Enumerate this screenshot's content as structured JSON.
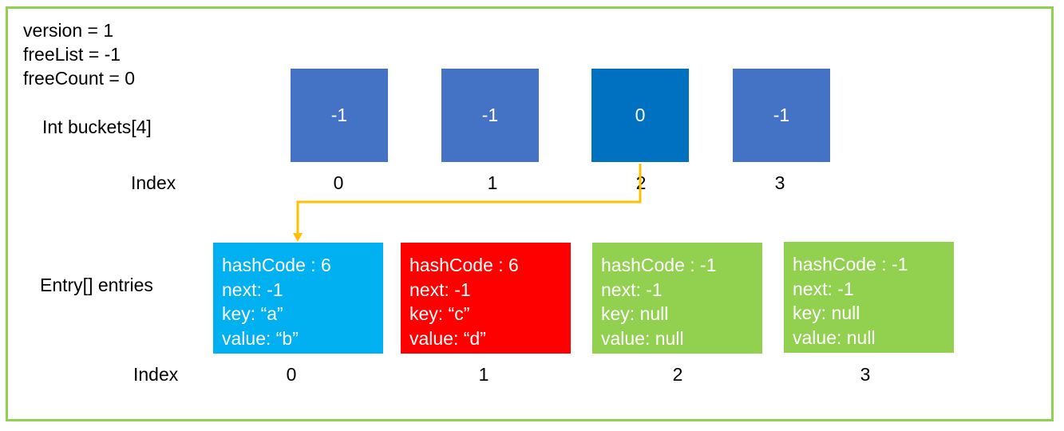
{
  "state": {
    "version": "version = 1",
    "free_list": "freeList = -1",
    "free_count": "freeCount = 0"
  },
  "buckets": {
    "label": "Int buckets[4]",
    "index_label": "Index",
    "items": [
      {
        "value": "-1",
        "index": "0",
        "color": "#4472c4"
      },
      {
        "value": "-1",
        "index": "1",
        "color": "#4472c4"
      },
      {
        "value": "0",
        "index": "2",
        "color": "#0070c0"
      },
      {
        "value": "-1",
        "index": "3",
        "color": "#4472c4"
      }
    ]
  },
  "entries": {
    "label": "Entry[] entries",
    "index_label": "Index",
    "items": [
      {
        "hash_code": "hashCode : 6",
        "next": "next: -1",
        "key": "key: “a”",
        "value": "value: “b”",
        "index": "0",
        "color": "#00b0f0"
      },
      {
        "hash_code": "hashCode : 6",
        "next": "next: -1",
        "key": "key: “c”",
        "value": "value: “d”",
        "index": "1",
        "color": "#ff0000"
      },
      {
        "hash_code": "hashCode : -1",
        "next": "next: -1",
        "key": "key: null",
        "value": "value: null",
        "index": "2",
        "color": "#92d050"
      },
      {
        "hash_code": "hashCode : -1",
        "next": "next: -1",
        "key": "key: null",
        "value": "value: null",
        "index": "3",
        "color": "#92d050"
      }
    ]
  },
  "colors": {
    "frame_border": "#92d050",
    "pointer_arrow": "#ffc000"
  }
}
